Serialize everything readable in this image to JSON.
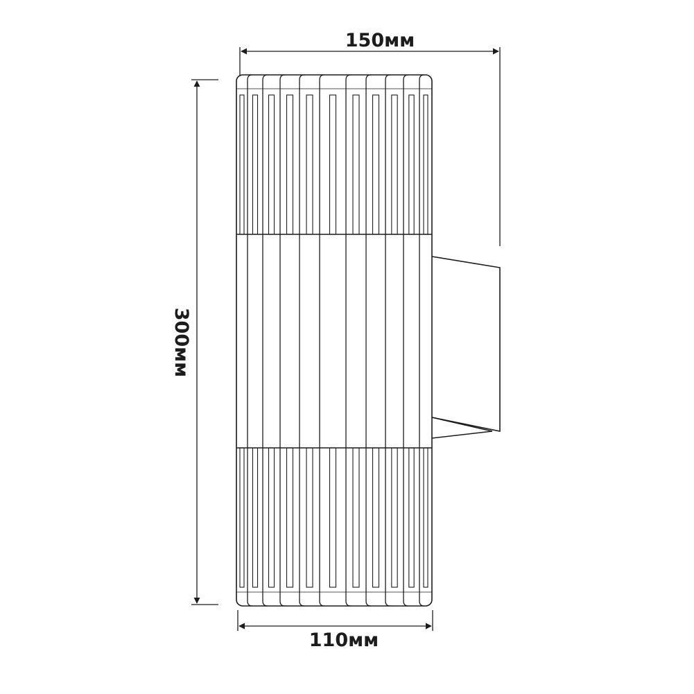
{
  "dimensions": {
    "top_width": "150мм",
    "height": "300мм",
    "bottom_width": "110мм"
  },
  "colors": {
    "ink": "#1c1c1c",
    "background": "#ffffff"
  }
}
